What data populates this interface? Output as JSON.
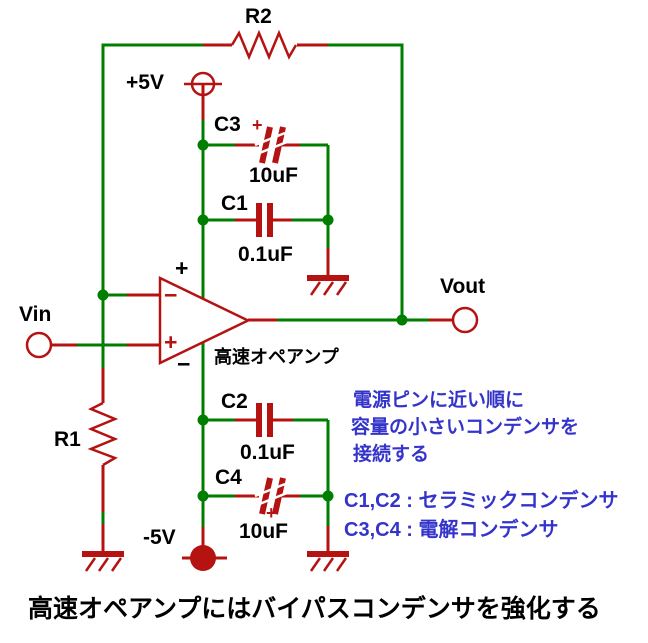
{
  "title_bottom": "高速オペアンプにはバイパスコンデンサを強化する",
  "components": {
    "r1": {
      "ref": "R1"
    },
    "r2": {
      "ref": "R2"
    },
    "c1": {
      "ref": "C1",
      "value": "0.1uF"
    },
    "c2": {
      "ref": "C2",
      "value": "0.1uF"
    },
    "c3": {
      "ref": "C3",
      "value": "10uF",
      "polarity": "+"
    },
    "c4": {
      "ref": "C4",
      "value": "10uF",
      "polarity": "+"
    },
    "opamp": {
      "label": "高速オペアンプ",
      "input_minus": "−",
      "input_plus": "+",
      "power_plus": "+",
      "power_minus": "−"
    }
  },
  "ports": {
    "vin": "Vin",
    "vout": "Vout"
  },
  "power": {
    "positive": "+5V",
    "negative": "-5V"
  },
  "notes": {
    "placement_line1": "電源ピンに近い順に",
    "placement_line2": "容量の小さいコンデンサを",
    "placement_line3": "接続する",
    "legend_ceramic": "C1,C2 : セラミックコンデンサ",
    "legend_electrolytic": "C3,C4 : 電解コンデンサ"
  },
  "colors": {
    "wire_green": "#007e00",
    "component_red": "#b51212",
    "note_blue": "#3434cb",
    "text_black": "#000000"
  }
}
